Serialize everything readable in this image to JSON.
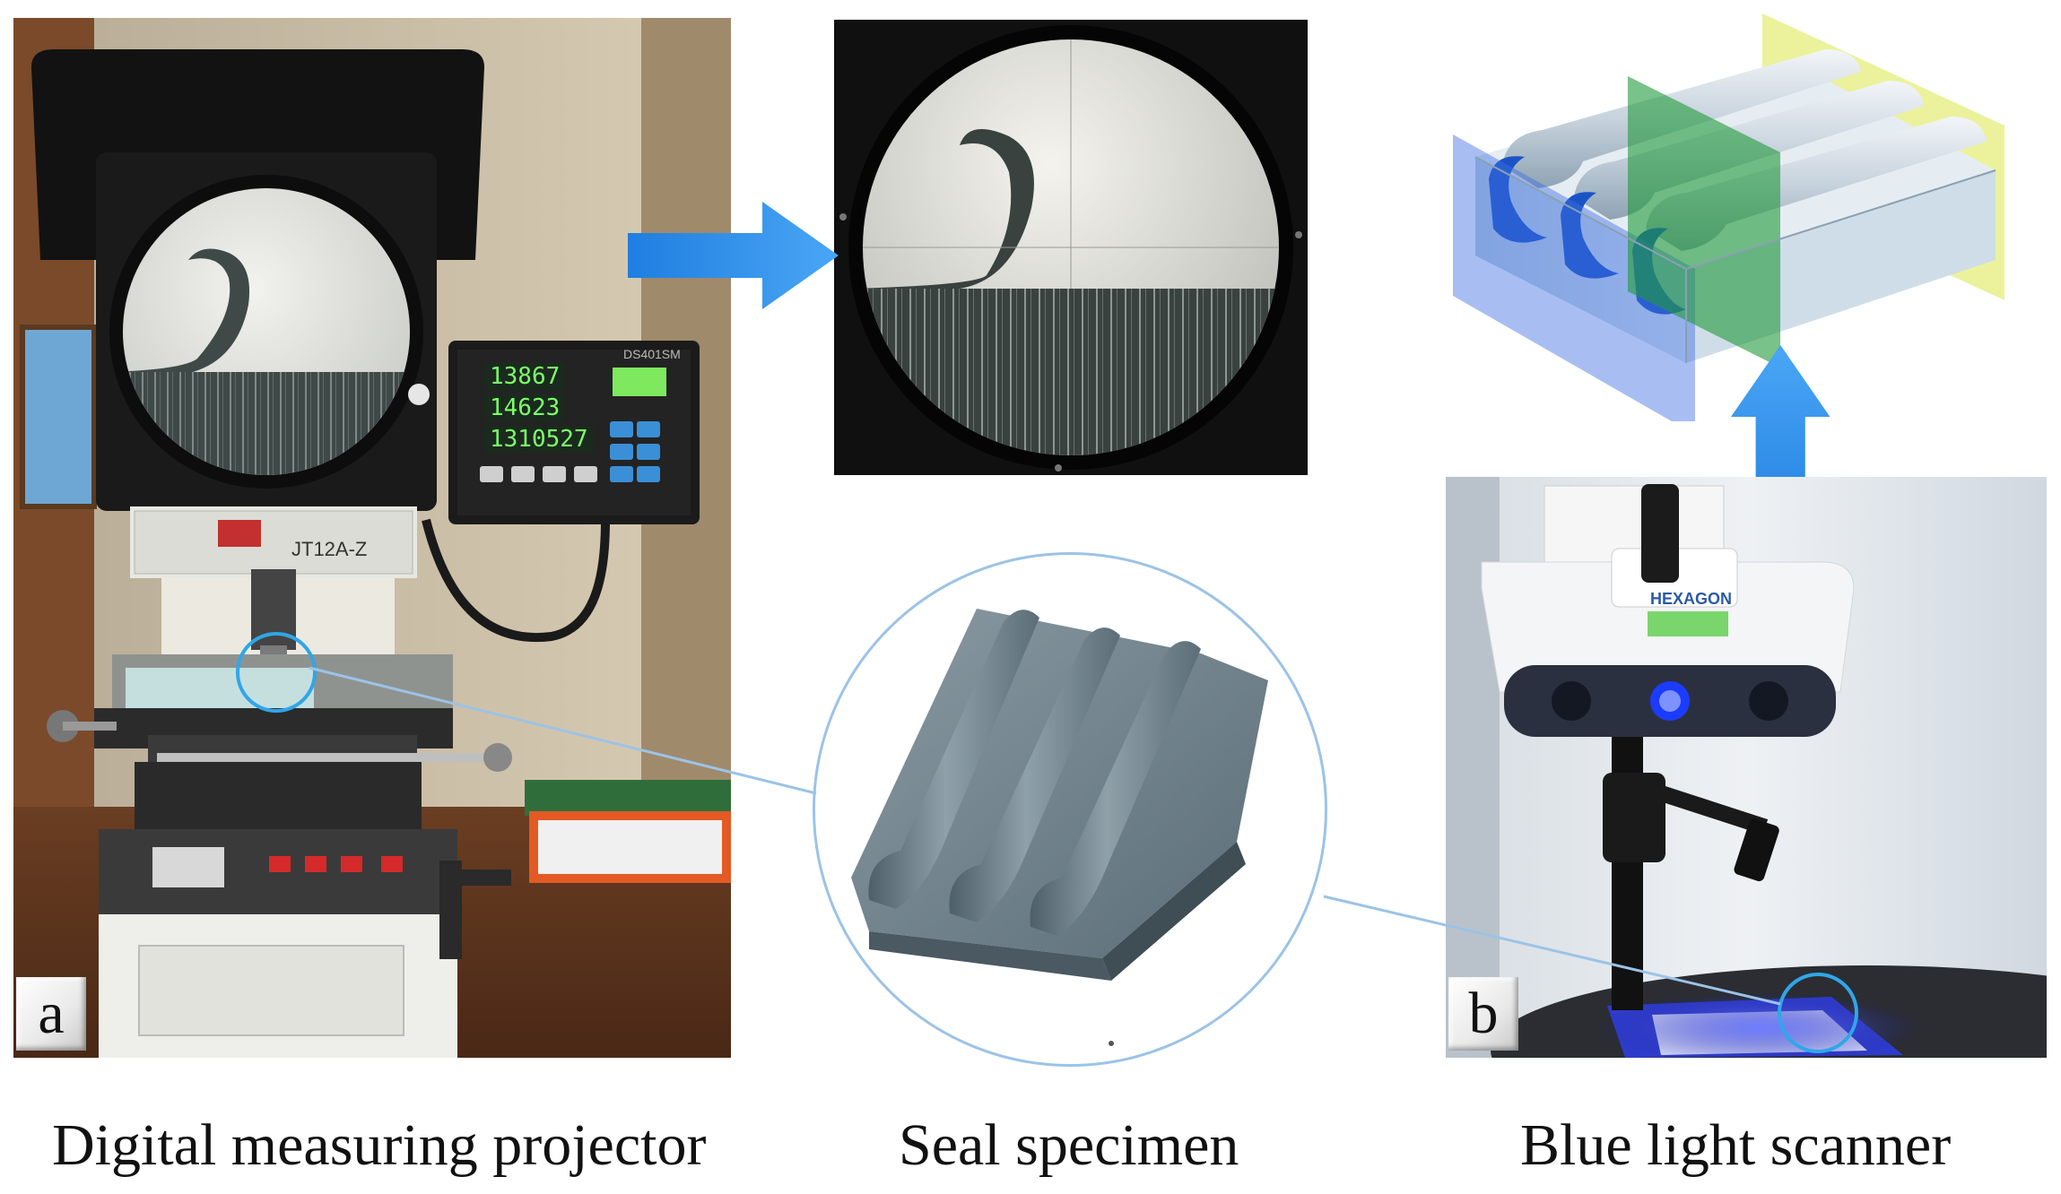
{
  "captions": {
    "left": "Digital measuring projector",
    "middle": "Seal specimen",
    "right": "Blue light scanner"
  },
  "panel_labels": {
    "a": "a",
    "b": "b"
  },
  "projector_photo": {
    "model_plate": "JT12A-Z",
    "display_readouts": [
      "13867",
      "14623",
      "1310527"
    ],
    "display_model": "DS401SM"
  },
  "scanner_photo": {
    "brand": "HEXAGON"
  },
  "colors": {
    "arrow_blue": "#2f8ff0",
    "connector_line": "#9cc3e6",
    "circle_marker": "#2fa7e8"
  },
  "icons": [
    "arrow-right-icon",
    "arrow-up-icon"
  ]
}
